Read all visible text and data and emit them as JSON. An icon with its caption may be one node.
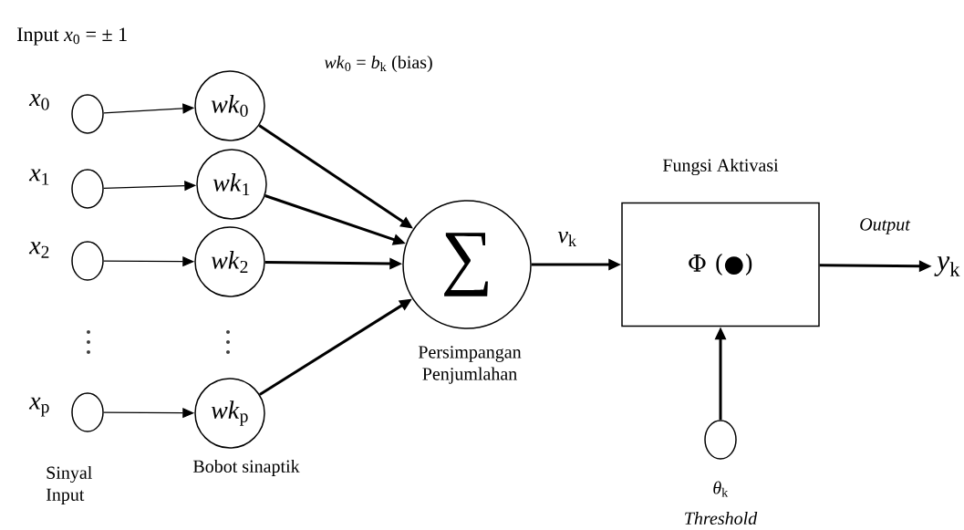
{
  "diagram": {
    "nodes": [
      {
        "text": [],
        "shape": "circle",
        "beside": [
          "*x*$_{0}$"
        ]
      },
      {
        "text": [],
        "shape": "circle",
        "beside": [
          "*x*$_{1}$"
        ]
      },
      {
        "text": [],
        "shape": "circle",
        "beside": [
          "*x*$_{2}$"
        ]
      },
      {
        "text": [],
        "shape": "circle",
        "beside": [
          "*x*$_{p}$",
          "Sinyal Input"
        ]
      },
      {
        "text": [
          "*wk*$_{0}$"
        ]
      },
      {
        "text": [
          "*wk*$_{1}$"
        ]
      },
      {
        "text": [
          "*wk*$_{2}$"
        ]
      },
      {
        "text": [
          "*wk*$_{p}$"
        ],
        "beside": [
          "Bobot sinaptik"
        ]
      },
      {
        "text": [
          "∑"
        ],
        "beside": [
          "Persimpangan Penjumlahan"
        ]
      },
      {
        "text": [
          "Fungsi Aktivasi",
          "Φ (●)"
        ]
      },
      {
        "text": [],
        "shape": "circle",
        "beside": [
          "*θ*$_{k}$",
          "Threshold"
        ]
      },
      {
        "text": [
          "*y*$_{k}$"
        ]
      }
    ],
    "edges": [
      {
        "from": 0,
        "to": 4,
        "arrow": "to"
      },
      {
        "from": 1,
        "to": 5,
        "arrow": "to"
      },
      {
        "from": 2,
        "to": 6,
        "arrow": "to"
      },
      {
        "from": 3,
        "to": 7,
        "arrow": "to"
      },
      {
        "from": 4,
        "to": 8,
        "arrow": "to"
      },
      {
        "from": 5,
        "to": 8,
        "arrow": "to"
      },
      {
        "from": 6,
        "to": 8,
        "arrow": "to"
      },
      {
        "from": 7,
        "to": 8,
        "arrow": "to"
      },
      {
        "from": 8,
        "to": 9,
        "arrow": "to",
        "label": "*v*$_{k}$"
      },
      {
        "from": 9,
        "to": 11,
        "arrow": "to",
        "label": "Output"
      },
      {
        "from": 10,
        "to": 9,
        "arrow": "to"
      }
    ],
    "labels": [
      "Input *x*$_{0}$ = ± 1",
      "*wk*$_{0}$ = *b*$_{k}$ (bias)"
    ]
  }
}
